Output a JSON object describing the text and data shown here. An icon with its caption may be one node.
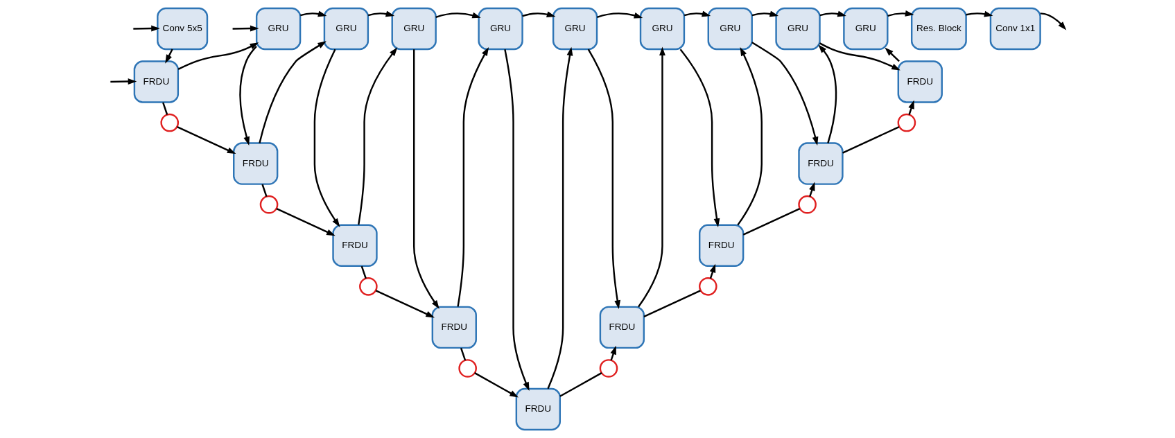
{
  "diagram": {
    "nodes": [
      {
        "text": [
          "Conv 5x5"
        ]
      },
      {
        "text": [
          "GRU"
        ]
      },
      {
        "text": [
          "GRU"
        ]
      },
      {
        "text": [
          "GRU"
        ]
      },
      {
        "text": [
          "GRU"
        ]
      },
      {
        "text": [
          "GRU"
        ]
      },
      {
        "text": [
          "GRU"
        ]
      },
      {
        "text": [
          "GRU"
        ]
      },
      {
        "text": [
          "GRU"
        ]
      },
      {
        "text": [
          "GRU"
        ]
      },
      {
        "text": [
          "Res. Block"
        ]
      },
      {
        "text": [
          "Conv 1x1"
        ]
      },
      {
        "text": [
          "FRDU"
        ]
      },
      {
        "text": [
          "FRDU"
        ]
      },
      {
        "text": [
          "FRDU"
        ]
      },
      {
        "text": [
          "FRDU"
        ]
      },
      {
        "text": [
          "FRDU"
        ]
      },
      {
        "text": [
          "FRDU"
        ]
      },
      {
        "text": [
          "FRDU"
        ]
      },
      {
        "text": [
          "FRDU"
        ]
      },
      {
        "text": [
          "FRDU"
        ]
      },
      {
        "text": [],
        "shape": "circle"
      },
      {
        "text": [],
        "shape": "circle"
      },
      {
        "text": [],
        "shape": "circle"
      },
      {
        "text": [],
        "shape": "circle"
      },
      {
        "text": [],
        "shape": "circle"
      },
      {
        "text": [],
        "shape": "circle"
      },
      {
        "text": [],
        "shape": "circle"
      },
      {
        "text": [],
        "shape": "circle"
      }
    ],
    "edges": [
      {
        "from": null,
        "to": 0,
        "arrow": "to"
      },
      {
        "from": null,
        "to": 1,
        "arrow": "to"
      },
      {
        "from": null,
        "to": 12,
        "arrow": "to"
      },
      {
        "from": 0,
        "to": 12,
        "arrow": "to"
      },
      {
        "from": 12,
        "to": 1,
        "arrow": "to"
      },
      {
        "from": 1,
        "to": 2,
        "arrow": "to"
      },
      {
        "from": 1,
        "to": 13,
        "arrow": "to"
      },
      {
        "from": 13,
        "to": 2,
        "arrow": "to"
      },
      {
        "from": 2,
        "to": 3,
        "arrow": "to"
      },
      {
        "from": 2,
        "to": 14,
        "arrow": "to"
      },
      {
        "from": 14,
        "to": 3,
        "arrow": "to"
      },
      {
        "from": 3,
        "to": 4,
        "arrow": "to"
      },
      {
        "from": 3,
        "to": 15,
        "arrow": "to"
      },
      {
        "from": 15,
        "to": 4,
        "arrow": "to"
      },
      {
        "from": 4,
        "to": 5,
        "arrow": "to"
      },
      {
        "from": 4,
        "to": 16,
        "arrow": "to"
      },
      {
        "from": 16,
        "to": 5,
        "arrow": "to"
      },
      {
        "from": 5,
        "to": 6,
        "arrow": "to"
      },
      {
        "from": 5,
        "to": 17,
        "arrow": "to"
      },
      {
        "from": 17,
        "to": 6,
        "arrow": "to"
      },
      {
        "from": 6,
        "to": 7,
        "arrow": "to"
      },
      {
        "from": 6,
        "to": 18,
        "arrow": "to"
      },
      {
        "from": 18,
        "to": 7,
        "arrow": "to"
      },
      {
        "from": 7,
        "to": 8,
        "arrow": "to"
      },
      {
        "from": 7,
        "to": 19,
        "arrow": "to"
      },
      {
        "from": 19,
        "to": 8,
        "arrow": "to"
      },
      {
        "from": 8,
        "to": 9,
        "arrow": "to"
      },
      {
        "from": 8,
        "to": 20,
        "arrow": "to"
      },
      {
        "from": 20,
        "to": 9,
        "arrow": "to"
      },
      {
        "from": 9,
        "to": 10,
        "arrow": "to"
      },
      {
        "from": 10,
        "to": 11,
        "arrow": "to"
      },
      {
        "from": 11,
        "to": null,
        "arrow": "to"
      },
      {
        "from": 12,
        "to": 21,
        "arrow": "none"
      },
      {
        "from": 21,
        "to": 13,
        "arrow": "to"
      },
      {
        "from": 13,
        "to": 22,
        "arrow": "none"
      },
      {
        "from": 22,
        "to": 14,
        "arrow": "to"
      },
      {
        "from": 14,
        "to": 23,
        "arrow": "none"
      },
      {
        "from": 23,
        "to": 15,
        "arrow": "to"
      },
      {
        "from": 15,
        "to": 24,
        "arrow": "none"
      },
      {
        "from": 24,
        "to": 16,
        "arrow": "to"
      },
      {
        "from": 16,
        "to": 25,
        "arrow": "none"
      },
      {
        "from": 25,
        "to": 17,
        "arrow": "to"
      },
      {
        "from": 17,
        "to": 26,
        "arrow": "none"
      },
      {
        "from": 26,
        "to": 18,
        "arrow": "to"
      },
      {
        "from": 18,
        "to": 27,
        "arrow": "none"
      },
      {
        "from": 27,
        "to": 19,
        "arrow": "to"
      },
      {
        "from": 19,
        "to": 28,
        "arrow": "none"
      },
      {
        "from": 28,
        "to": 20,
        "arrow": "to"
      }
    ]
  }
}
